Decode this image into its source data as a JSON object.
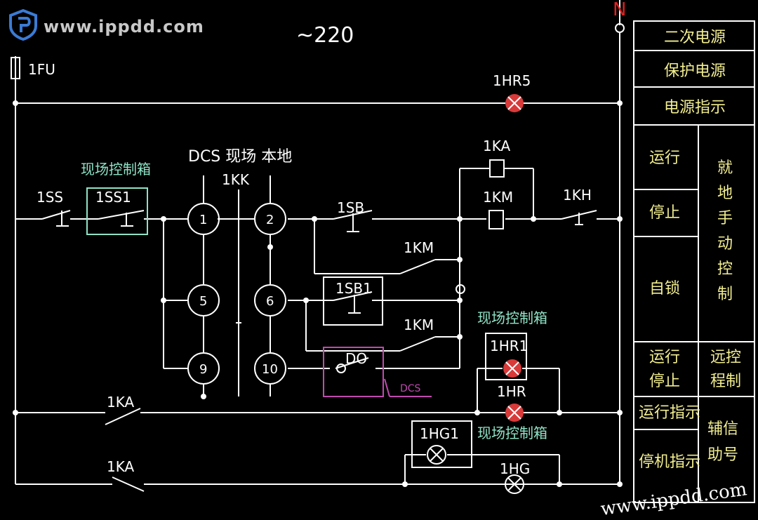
{
  "watermark_top": "www.ippdd.com",
  "watermark_bottom": "www.ippdd.com",
  "terminal_n": "N",
  "supply": "~220",
  "fuse": "1FU",
  "lamps": {
    "hr5": "1HR5",
    "hr1": "1HR1",
    "hr": "1HR",
    "hg1": "1HG1",
    "hg": "1HG"
  },
  "contacts": {
    "ka_top": "1KA",
    "km_top": "1KM",
    "kh": "1KH",
    "ss": "1SS",
    "ss1": "1SS1",
    "sb": "1SB",
    "km_mid1": "1KM",
    "sb1": "1SB1",
    "km_mid2": "1KM",
    "do": "DO",
    "dcs_small": "DCS",
    "ka_low1": "1KA",
    "ka_low2": "1KA"
  },
  "switch": {
    "name": "1KK",
    "header": "DCS 现场  本地",
    "positions": [
      "1",
      "2",
      "5",
      "6",
      "9",
      "10"
    ]
  },
  "boxes": {
    "local_box_1": "现场控制箱",
    "local_box_2": "现场控制箱",
    "local_box_3": "现场控制箱"
  },
  "legend": {
    "power_secondary": "二次电源",
    "power_protect": "保护电源",
    "power_indicator": "电源指示",
    "run": "运行",
    "stop": "停止",
    "self_lock": "自锁",
    "local_manual": [
      "就",
      "地",
      "手",
      "动",
      "控",
      "制"
    ],
    "run_stop": [
      "运行",
      "停止"
    ],
    "remote_control": [
      "远控",
      "程制"
    ],
    "run_indicator": "运行指示",
    "stop_indicator": "停机指示",
    "aux_signal": [
      "辅信",
      "助号"
    ]
  },
  "colors": {
    "wire": "#ffffff",
    "label": "#ffffff",
    "green_text": "#8fe3c7",
    "yellow_text": "#f2ee90",
    "lamp_red": "#d83a3a",
    "magenta": "#c04ab0",
    "red": "#e02020"
  }
}
